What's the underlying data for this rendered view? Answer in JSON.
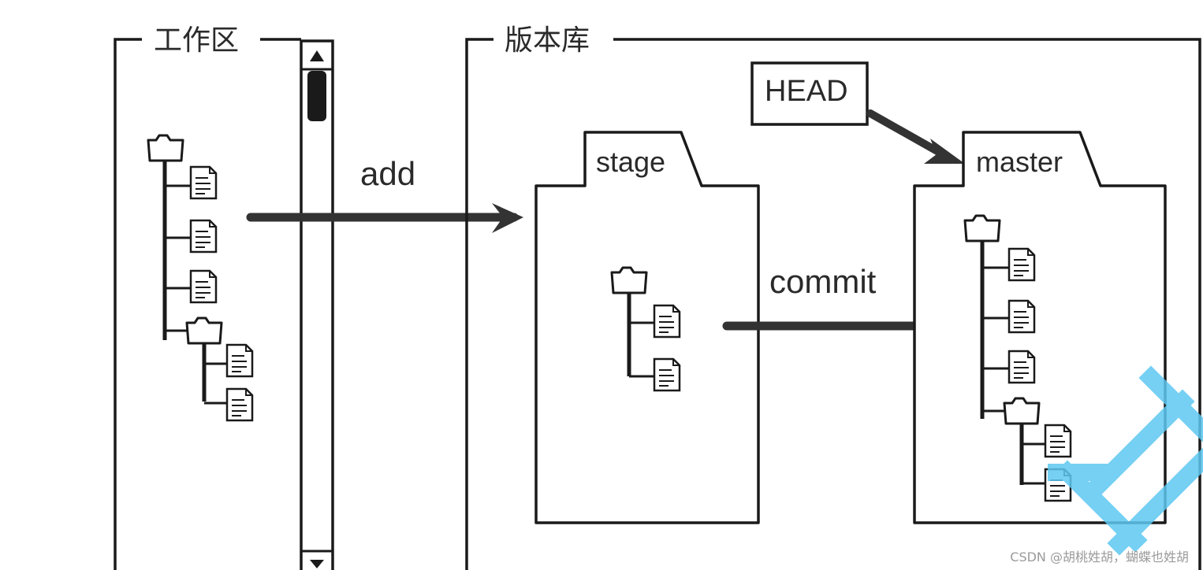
{
  "workspace": {
    "title": "工作区"
  },
  "repository": {
    "title": "版本库"
  },
  "arrows": {
    "add": "add",
    "commit": "commit"
  },
  "head": {
    "label": "HEAD"
  },
  "stage": {
    "label": "stage"
  },
  "master": {
    "label": "master"
  },
  "watermark": {
    "text": "CSDN @胡桃姓胡，蝴蝶也姓胡"
  },
  "colors": {
    "ink": "#1a1a1a",
    "arrow": "#333333",
    "watermark_logo": "#5ec8f2"
  }
}
